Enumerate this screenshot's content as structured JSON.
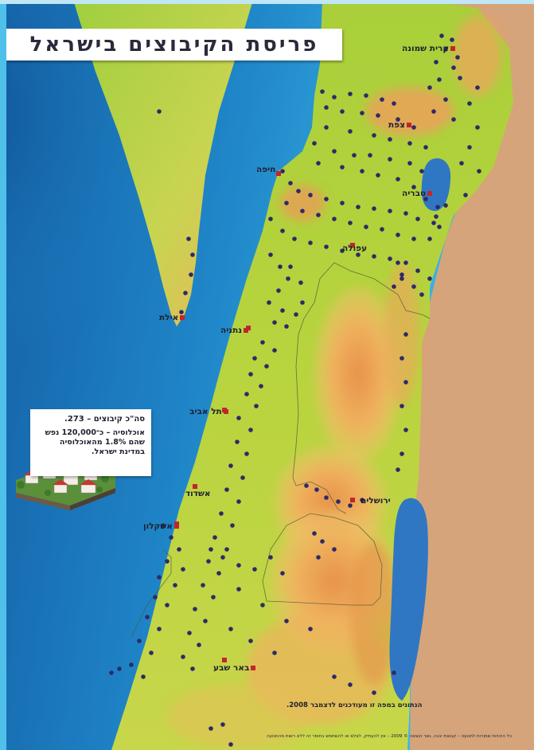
{
  "title": "פריסת הקיבוצים בישראל",
  "cities": [
    {
      "id": "kiryat-shmona",
      "name": "קרית שמונה"
    },
    {
      "id": "tsfat",
      "name": "צפת"
    },
    {
      "id": "haifa",
      "name": "חיפה"
    },
    {
      "id": "tveria",
      "name": "טבריה"
    },
    {
      "id": "afula",
      "name": "עפולה"
    },
    {
      "id": "eilat",
      "name": "אילת"
    },
    {
      "id": "netanya",
      "name": "נתניה"
    },
    {
      "id": "tel-aviv",
      "name": "תל אביב"
    },
    {
      "id": "ashdod",
      "name": "אשדוד"
    },
    {
      "id": "jerusalem",
      "name": "ירושלים"
    },
    {
      "id": "ashkelon",
      "name": "אשקלון"
    },
    {
      "id": "beer-sheva",
      "name": "באר שבע"
    }
  ],
  "info": {
    "total": "סה\"כ קיבוצים – 273.",
    "population_line1": "אוכלוסיה – כ־120,000 נפש",
    "population_line2": "שהם 1.8% מהאוכלוסיה",
    "population_line3": "במדינת ישראל."
  },
  "footnote": {
    "main": "הנתונים במפה זו מעודכנים לדצמבר 2008.",
    "legal": "כל הזכויות שמורות לתנועה – קבוצת יבנה, גשר הוצאה © 2009 – אין להעתיק, לצלם או להשתמש בחומר זה ללא רשות מהתנועה"
  },
  "colors": {
    "sea": "#3ab6e4",
    "deep_sea": "#1a74b6",
    "lowland": "#b8d43e",
    "highland": "#efb25e",
    "desert_land": "#d9a878",
    "lakes": "#2f77c3",
    "kibbutz_dot": "#2d2a68",
    "city_marker": "#c0272d"
  },
  "icons": {
    "kibbutz": "kibbutz-dot-icon",
    "city": "city-square-marker-icon",
    "houses": "kibbutz-houses-illustration"
  }
}
